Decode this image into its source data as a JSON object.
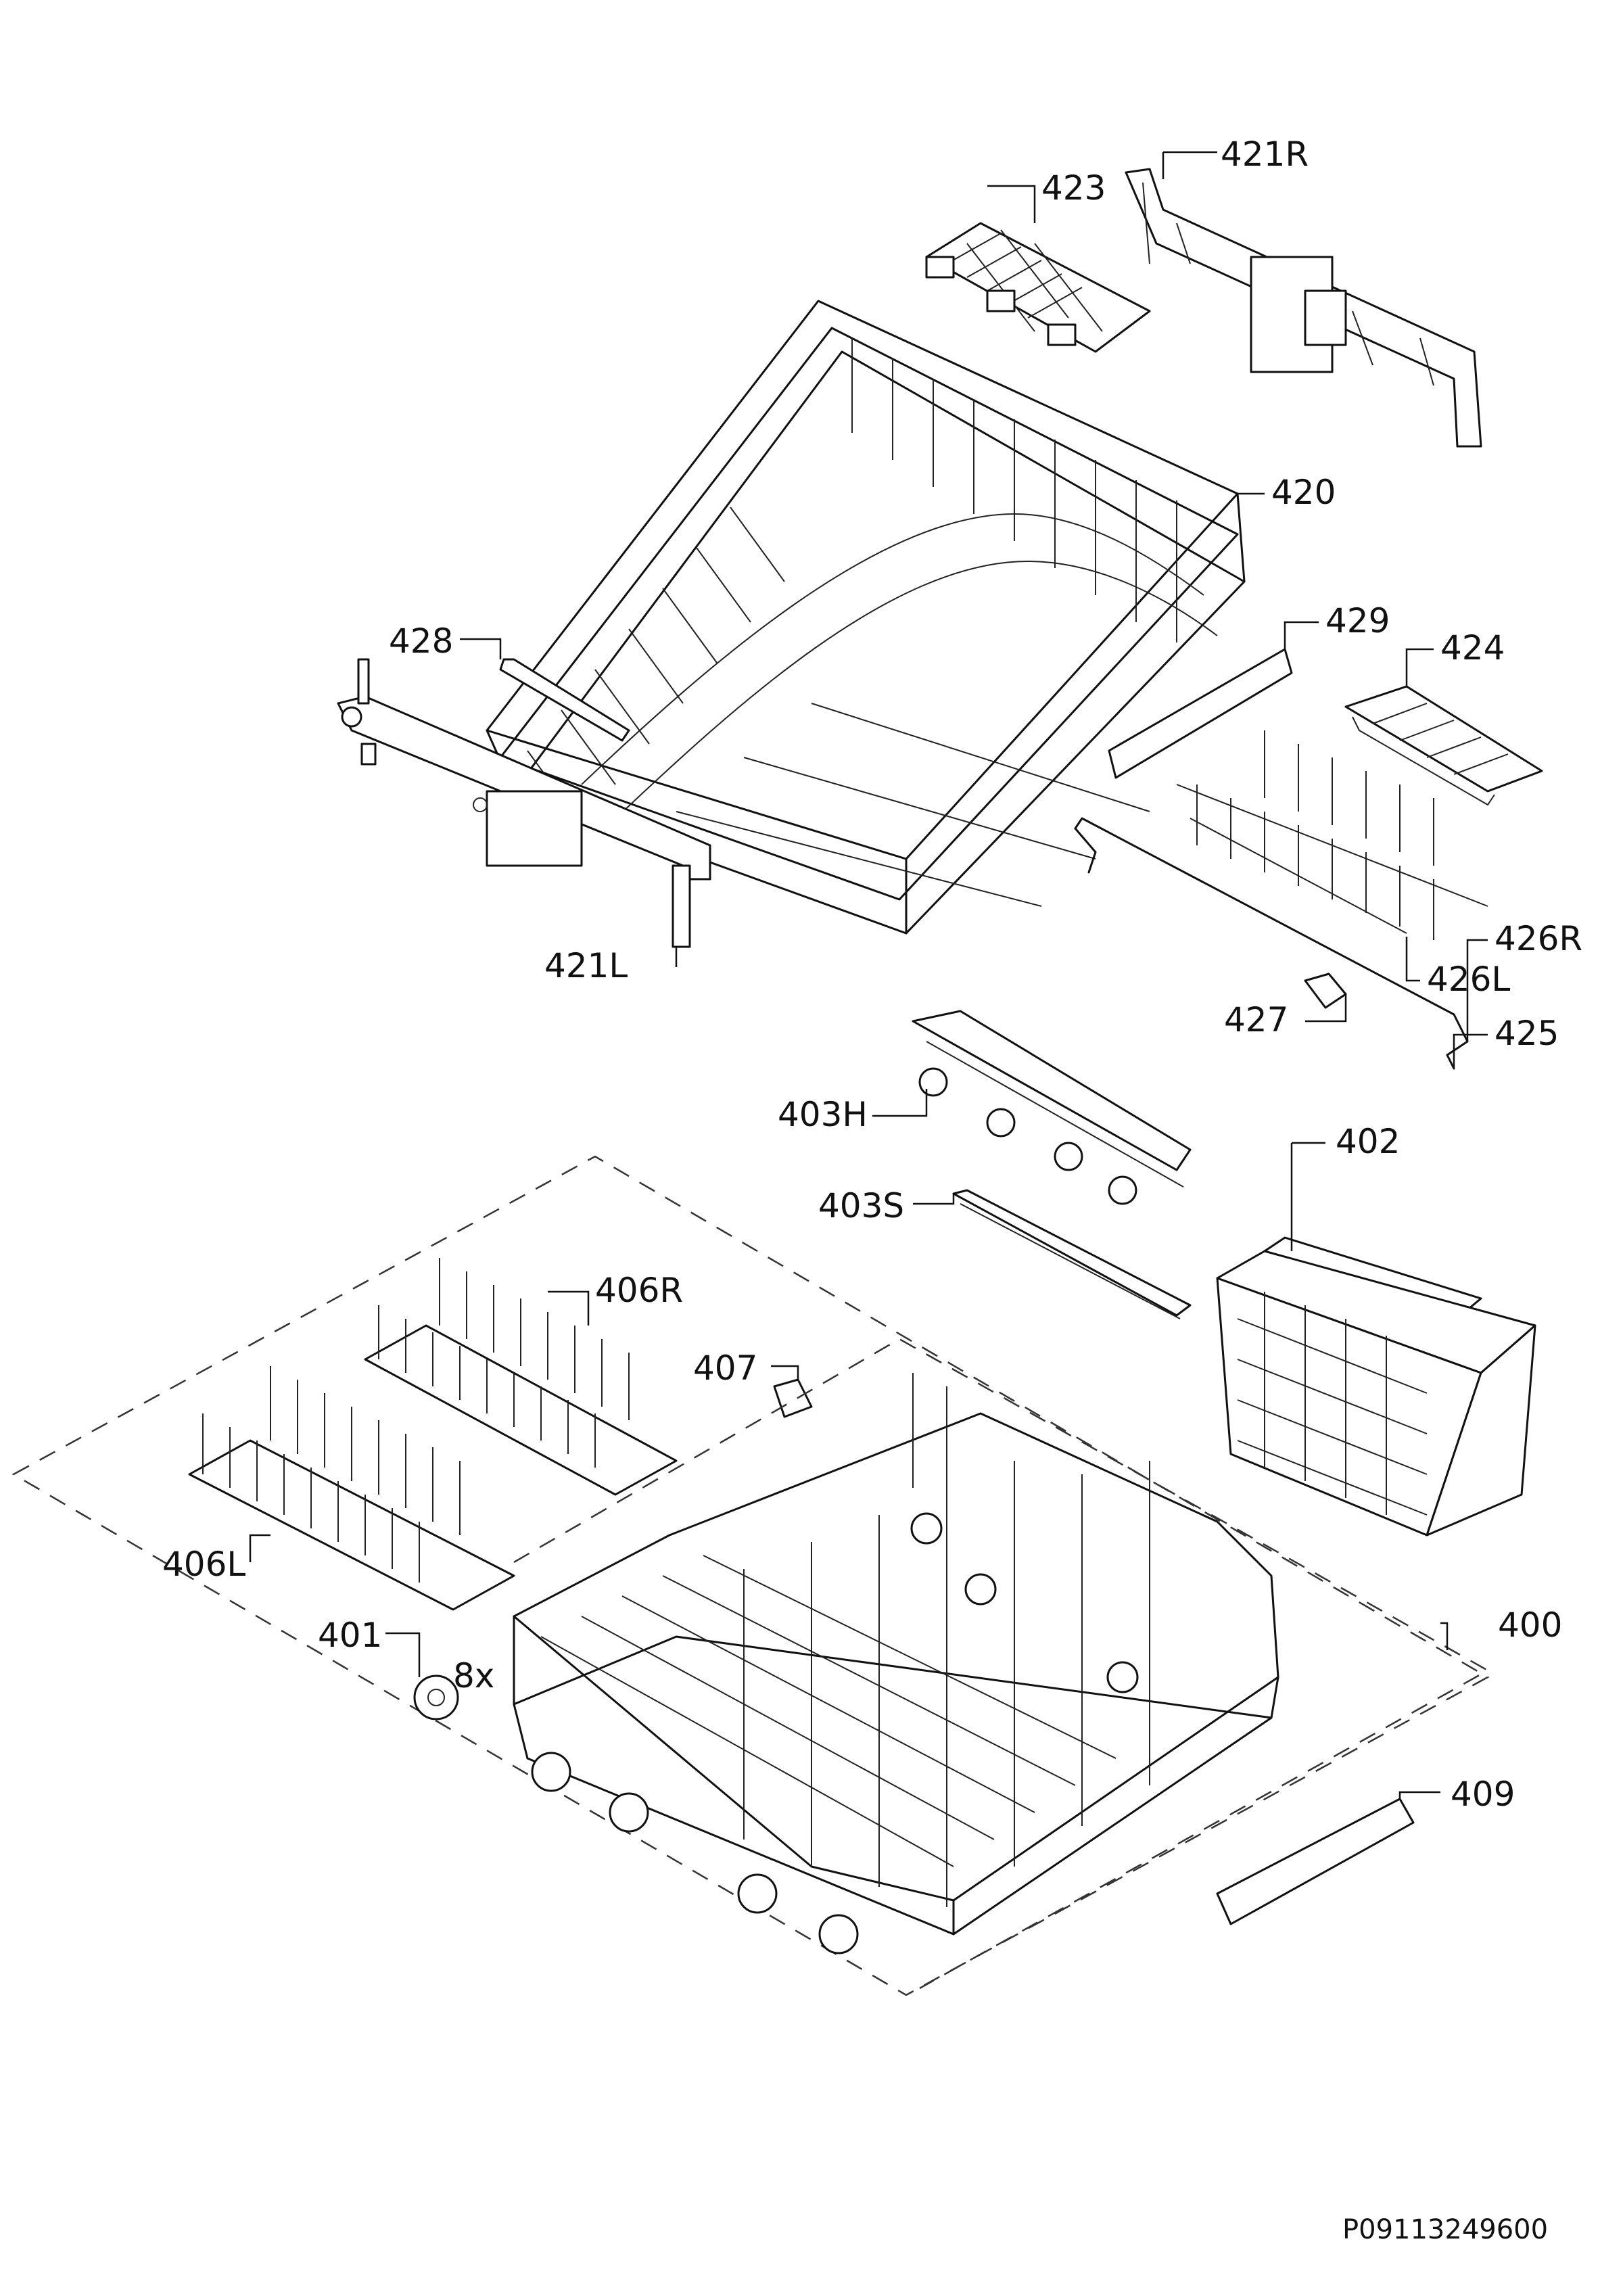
{
  "parts": {
    "p400": "400",
    "p401": "401",
    "p401_qty": "8x",
    "p402": "402",
    "p403H": "403H",
    "p403S": "403S",
    "p406L": "406L",
    "p406R": "406R",
    "p407": "407",
    "p409": "409",
    "p420": "420",
    "p421L": "421L",
    "p421R": "421R",
    "p423": "423",
    "p424": "424",
    "p425": "425",
    "p426L": "426L",
    "p426R": "426R",
    "p427": "427",
    "p428": "428",
    "p429": "429"
  },
  "document_ref": "P09113249600"
}
